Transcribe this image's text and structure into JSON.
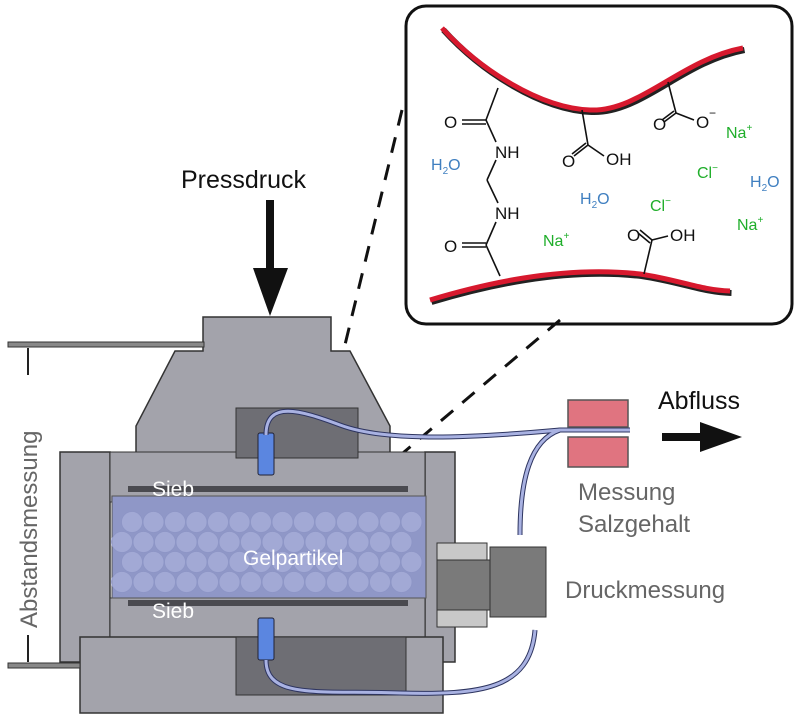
{
  "title": "Gelpartikel Presszelle",
  "labels": {
    "pressdruck": "Pressdruck",
    "abstandsmessung": "Abstandsmessung",
    "sieb_top": "Sieb",
    "sieb_bottom": "Sieb",
    "gelpartikel": "Gelpartikel",
    "abfluss": "Abfluss",
    "messung": "Messung",
    "salzgehalt": "Salzgehalt",
    "druckmessung": "Druckmessung"
  },
  "inset": {
    "carbonyl_o": "O",
    "nh": "NH",
    "oh": "OH",
    "o_minus": "O",
    "minus": "−",
    "plus": "+",
    "na": "Na",
    "cl": "Cl",
    "h": "H",
    "o": "O",
    "sub2": "2"
  },
  "colors": {
    "polymer": "#d7192e",
    "water": "#3f7fc0",
    "ion": "#1fae2a",
    "housing": "#a3a3ab",
    "housing_dark": "#6e6e74",
    "gel": "#8f97c7",
    "tube": "#a9b2e2",
    "salt_sensor": "#e07480",
    "fitting": "#5b86e0"
  }
}
